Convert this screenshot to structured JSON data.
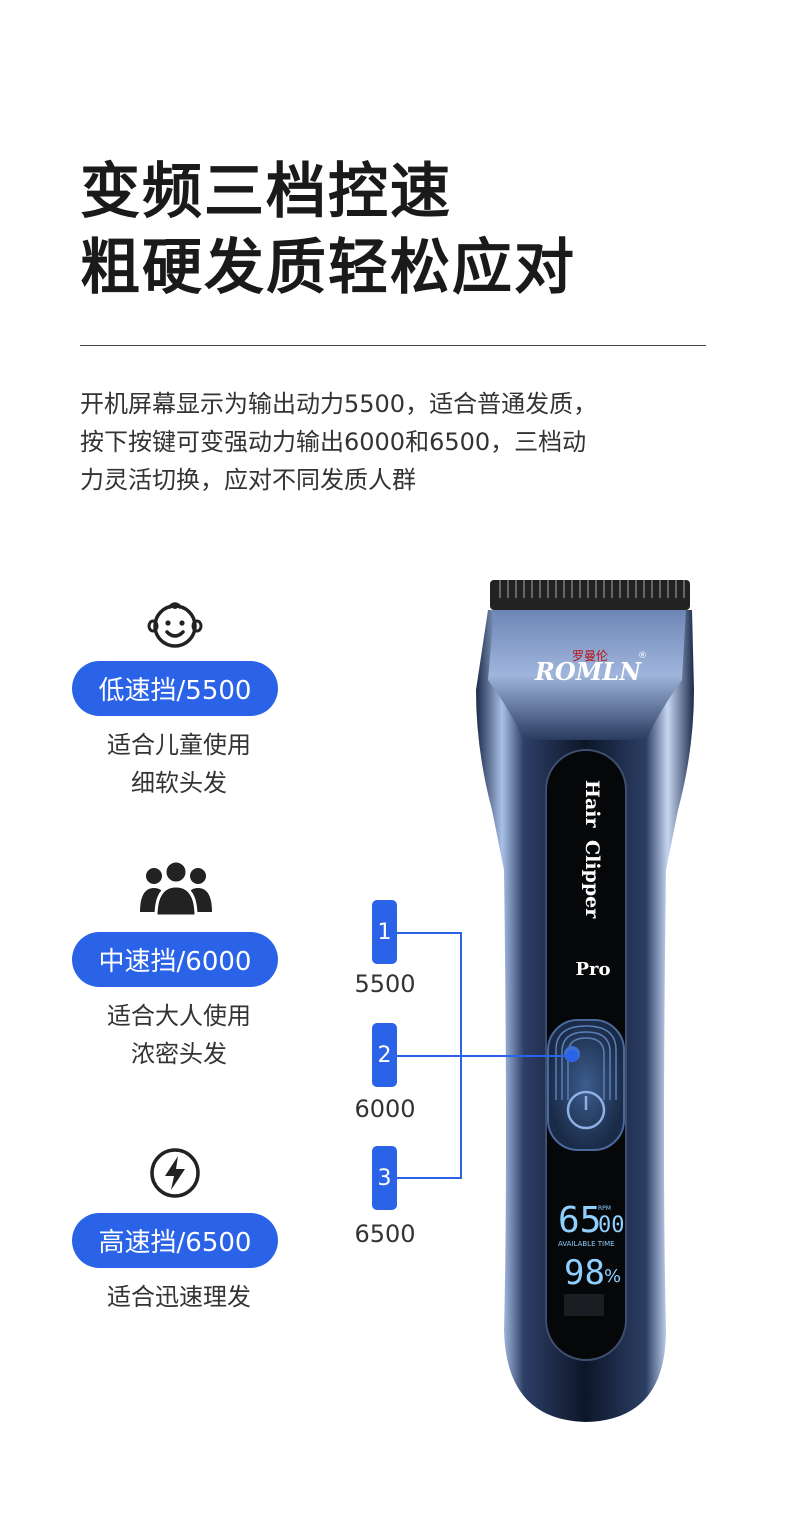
{
  "heading": {
    "line1": "变频三档控速",
    "line2": "粗硬发质轻松应对"
  },
  "description": {
    "line1": "开机屏幕显示为输出动力5500，适合普通发质，",
    "line2": "按下按键可变强动力输出6000和6500，三档动",
    "line3": "力灵活切换，应对不同发质人群"
  },
  "modes": [
    {
      "icon": "baby-face-icon",
      "label": "低速挡/5500",
      "caption1": "适合儿童使用",
      "caption2": "细软头发"
    },
    {
      "icon": "group-people-icon",
      "label": "中速挡/6000",
      "caption1": "适合大人使用",
      "caption2": "浓密头发"
    },
    {
      "icon": "lightning-icon",
      "label": "高速挡/6500",
      "caption1": "适合迅速理发",
      "caption2": ""
    }
  ],
  "gears": [
    {
      "num": "1",
      "value": "5500"
    },
    {
      "num": "2",
      "value": "6000"
    },
    {
      "num": "3",
      "value": "6500"
    }
  ],
  "product": {
    "brand_cn": "罗曼伦",
    "brand_en": "ROMLN",
    "brand_mark": "®",
    "panel_text1": "Hair",
    "panel_text2": "Clipper",
    "panel_text3": "Pro",
    "display_speed": "65",
    "display_speed_small": "00",
    "display_rpm": "RPM",
    "display_avail": "AVAILABLE TIME",
    "display_battery": "98",
    "display_percent": "%"
  },
  "colors": {
    "accent": "#2a62e8",
    "body_dark": "#101a2e",
    "body_steel": "#8fa9d6"
  }
}
